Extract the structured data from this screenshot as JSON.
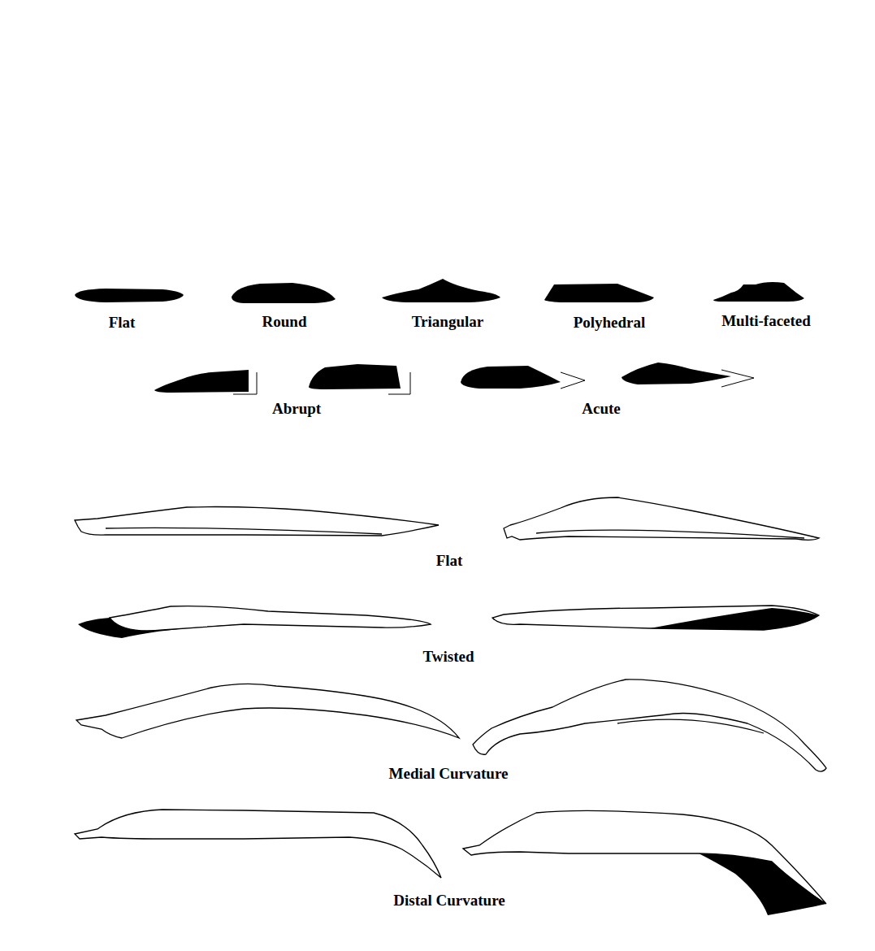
{
  "diagram": {
    "labels": [
      "Flat",
      "Round",
      "Triangular",
      "Polyhedral",
      "Multi-faceted",
      "Abrupt",
      "Acute",
      "Flat",
      "Twisted",
      "Medial Curvature",
      "Distal Curvature"
    ]
  }
}
